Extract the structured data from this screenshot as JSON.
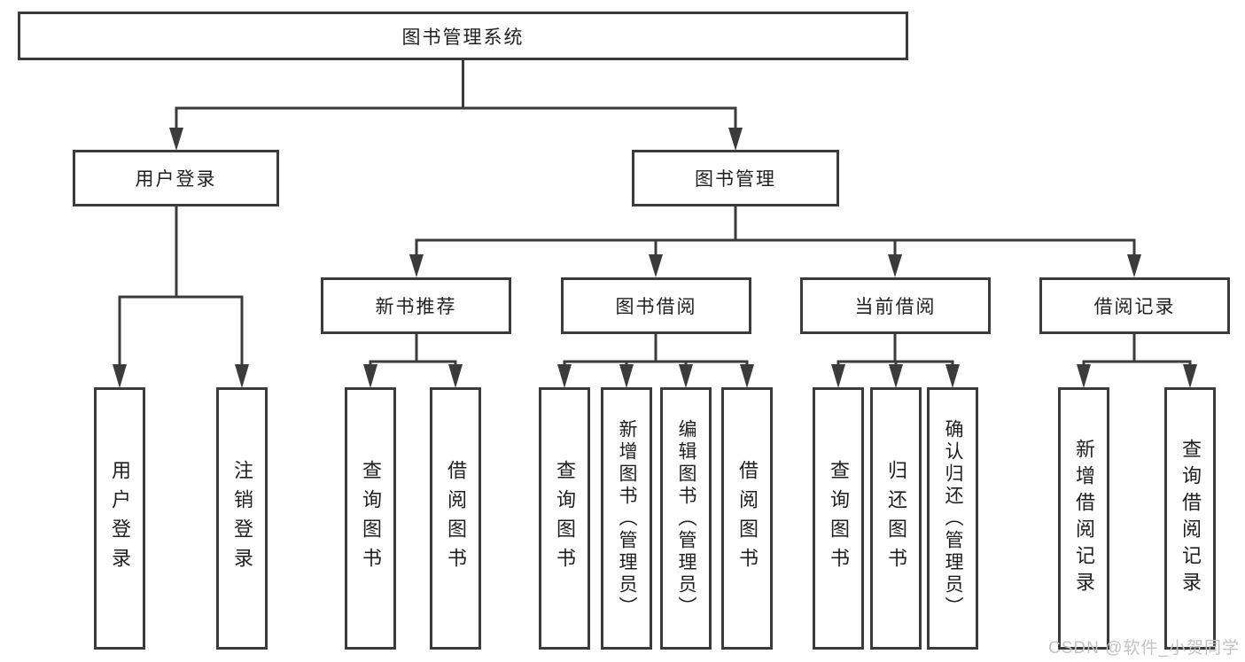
{
  "diagram_title": "图书管理系统",
  "tree": {
    "root": {
      "label": "图书管理系统",
      "children": [
        {
          "label": "用户登录",
          "children": [
            {
              "label": "用户登录"
            },
            {
              "label": "注销登录"
            }
          ]
        },
        {
          "label": "图书管理",
          "children": [
            {
              "label": "新书推荐",
              "children": [
                {
                  "label": "查询图书"
                },
                {
                  "label": "借阅图书"
                }
              ]
            },
            {
              "label": "图书借阅",
              "children": [
                {
                  "label": "查询图书"
                },
                {
                  "label": "新增图书（管理员）"
                },
                {
                  "label": "编辑图书（管理员）"
                },
                {
                  "label": "借阅图书"
                }
              ]
            },
            {
              "label": "当前借阅",
              "children": [
                {
                  "label": "查询图书"
                },
                {
                  "label": "归还图书"
                },
                {
                  "label": "确认归还（管理员）"
                }
              ]
            },
            {
              "label": "借阅记录",
              "children": [
                {
                  "label": "新增借阅记录"
                },
                {
                  "label": "查询借阅记录"
                }
              ]
            }
          ]
        }
      ]
    }
  },
  "watermark": "CSDN @软件_小贺同学",
  "colors": {
    "line": "#3b3b3b",
    "box_border": "#3b3b3b",
    "text": "#1f1f1f",
    "background": "#ffffff",
    "watermark": "#c3c3c3"
  }
}
